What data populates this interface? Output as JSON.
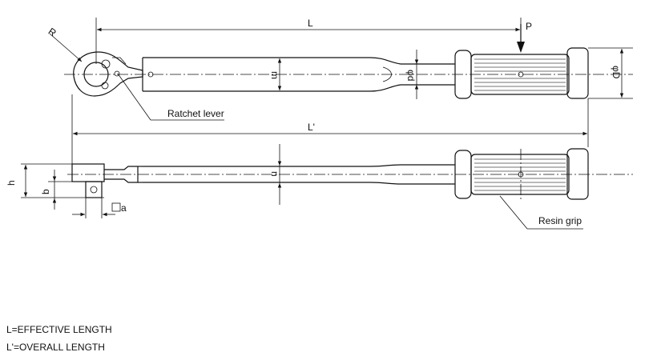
{
  "dimensions": {
    "R": "R",
    "L": "L",
    "P": "P",
    "m": "m",
    "phi_d": "φd",
    "phi_D": "φD",
    "L_prime": "L'",
    "h": "h",
    "b": "b",
    "n": "n",
    "a": "a"
  },
  "callouts": {
    "ratchet_lever": "Ratchet lever",
    "resin_grip": "Resin grip"
  },
  "legend": {
    "line1": "L=EFFECTIVE LENGTH",
    "line2": "L'=OVERALL LENGTH"
  }
}
